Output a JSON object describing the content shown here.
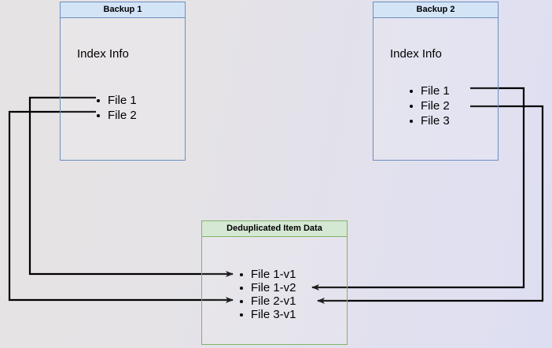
{
  "diagram": {
    "title": "Backup deduplication index diagram",
    "background_left": "#e6e3e4",
    "background_right": "#dedef2",
    "wire_color": "#000000"
  },
  "nodes": {
    "backup1": {
      "title": "Backup 1",
      "subtitle": "Index Info",
      "border_color": "#6c8ebf",
      "header_color": "#d4e4f7",
      "items": [
        {
          "label": "File 1"
        },
        {
          "label": "File 2"
        }
      ]
    },
    "backup2": {
      "title": "Backup 2",
      "subtitle": "Index Info",
      "border_color": "#6c8ebf",
      "header_color": "#d4e4f7",
      "items": [
        {
          "label": "File 1"
        },
        {
          "label": "File 2"
        },
        {
          "label": "File 3"
        }
      ]
    },
    "dedup": {
      "title": "Deduplicated Item Data",
      "border_color": "#82b366",
      "header_color": "#d5e8d4",
      "items": [
        {
          "label": "File 1-v1"
        },
        {
          "label": "File 1-v2"
        },
        {
          "label": "File 2-v1"
        },
        {
          "label": "File 3-v1"
        }
      ]
    }
  },
  "connections": [
    {
      "name": "backup1-file1-to-file1v1",
      "from": "Backup 1 / File 1",
      "to": "Deduplicated Item Data / File 1-v1"
    },
    {
      "name": "backup1-file2-to-file2v1",
      "from": "Backup 1 / File 2",
      "to": "Deduplicated Item Data / File 2-v1"
    },
    {
      "name": "backup2-file1-to-file1v2",
      "from": "Backup 2 / File 1",
      "to": "Deduplicated Item Data / File 1-v2"
    },
    {
      "name": "backup2-file2-to-file2v1",
      "from": "Backup 2 / File 2",
      "to": "Deduplicated Item Data / File 2-v1"
    }
  ]
}
